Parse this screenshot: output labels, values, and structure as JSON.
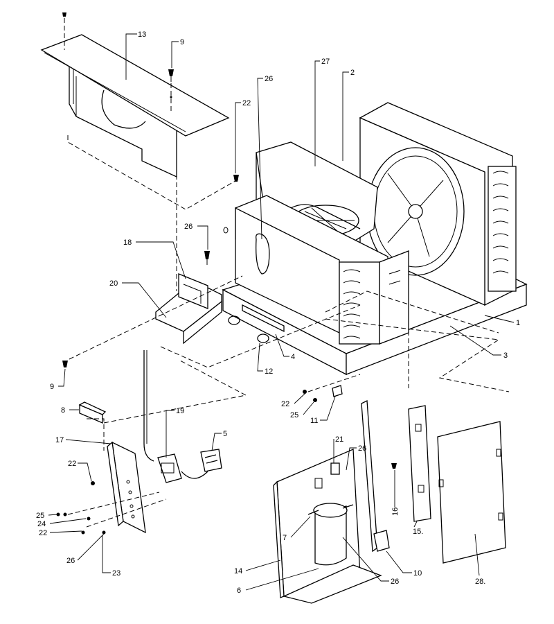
{
  "callouts": [
    {
      "id": "c13",
      "text": "13"
    },
    {
      "id": "c9a",
      "text": "9"
    },
    {
      "id": "c27",
      "text": "27"
    },
    {
      "id": "c2",
      "text": "2"
    },
    {
      "id": "c26a",
      "text": "26"
    },
    {
      "id": "c22a",
      "text": "22"
    },
    {
      "id": "c26b",
      "text": "26"
    },
    {
      "id": "c18",
      "text": "18"
    },
    {
      "id": "c20",
      "text": "20"
    },
    {
      "id": "c1",
      "text": "1"
    },
    {
      "id": "c3",
      "text": "3"
    },
    {
      "id": "c4",
      "text": "4"
    },
    {
      "id": "c12",
      "text": "12"
    },
    {
      "id": "c9b",
      "text": "9"
    },
    {
      "id": "c22b",
      "text": "22"
    },
    {
      "id": "c25a",
      "text": "25"
    },
    {
      "id": "c11",
      "text": "11"
    },
    {
      "id": "c8",
      "text": "8"
    },
    {
      "id": "c19",
      "text": "19"
    },
    {
      "id": "c5",
      "text": "5"
    },
    {
      "id": "c17",
      "text": "17"
    },
    {
      "id": "c22c",
      "text": "22"
    },
    {
      "id": "c21",
      "text": "21"
    },
    {
      "id": "c26c",
      "text": "26"
    },
    {
      "id": "c16",
      "text": "16"
    },
    {
      "id": "c15",
      "text": "15."
    },
    {
      "id": "c25b",
      "text": "25"
    },
    {
      "id": "c24",
      "text": "24"
    },
    {
      "id": "c22d",
      "text": "22"
    },
    {
      "id": "c7",
      "text": "7"
    },
    {
      "id": "c26d",
      "text": "26"
    },
    {
      "id": "c23",
      "text": "23"
    },
    {
      "id": "c14",
      "text": "14"
    },
    {
      "id": "c10",
      "text": "10"
    },
    {
      "id": "c26e",
      "text": "26"
    },
    {
      "id": "c6",
      "text": "6"
    },
    {
      "id": "c28",
      "text": "28."
    }
  ]
}
